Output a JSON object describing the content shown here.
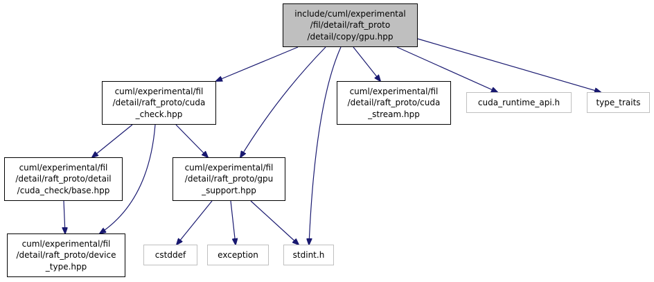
{
  "graph": {
    "colors": {
      "edge": "#191970",
      "main_fill": "#bfbfbf",
      "node_border": "#000000",
      "external_border": "#bfbfbf"
    },
    "nodes": [
      {
        "id": "gpu_copy",
        "kind": "main",
        "lines": [
          "include/cuml/experimental",
          "/fil/detail/raft_proto",
          "/detail/copy/gpu.hpp"
        ]
      },
      {
        "id": "cuda_check",
        "kind": "internal",
        "lines": [
          "cuml/experimental/fil",
          "/detail/raft_proto/cuda",
          "_check.hpp"
        ]
      },
      {
        "id": "cuda_stream",
        "kind": "internal",
        "lines": [
          "cuml/experimental/fil",
          "/detail/raft_proto/cuda",
          "_stream.hpp"
        ]
      },
      {
        "id": "cuda_runtime",
        "kind": "external",
        "lines": [
          "cuda_runtime_api.h"
        ]
      },
      {
        "id": "type_traits",
        "kind": "external",
        "lines": [
          "type_traits"
        ]
      },
      {
        "id": "base",
        "kind": "internal",
        "lines": [
          "cuml/experimental/fil",
          "/detail/raft_proto/detail",
          "/cuda_check/base.hpp"
        ]
      },
      {
        "id": "gpu_support",
        "kind": "internal",
        "lines": [
          "cuml/experimental/fil",
          "/detail/raft_proto/gpu",
          "_support.hpp"
        ]
      },
      {
        "id": "device_type",
        "kind": "internal",
        "lines": [
          "cuml/experimental/fil",
          "/detail/raft_proto/device",
          "_type.hpp"
        ]
      },
      {
        "id": "cstddef",
        "kind": "external",
        "lines": [
          "cstddef"
        ]
      },
      {
        "id": "exception",
        "kind": "external",
        "lines": [
          "exception"
        ]
      },
      {
        "id": "stdint",
        "kind": "external",
        "lines": [
          "stdint.h"
        ]
      }
    ],
    "edges": [
      {
        "from": "gpu_copy",
        "to": "cuda_check"
      },
      {
        "from": "gpu_copy",
        "to": "gpu_support"
      },
      {
        "from": "gpu_copy",
        "to": "stdint"
      },
      {
        "from": "gpu_copy",
        "to": "cuda_stream"
      },
      {
        "from": "gpu_copy",
        "to": "cuda_runtime"
      },
      {
        "from": "gpu_copy",
        "to": "type_traits"
      },
      {
        "from": "cuda_check",
        "to": "base"
      },
      {
        "from": "cuda_check",
        "to": "device_type"
      },
      {
        "from": "cuda_check",
        "to": "gpu_support"
      },
      {
        "from": "base",
        "to": "device_type"
      },
      {
        "from": "gpu_support",
        "to": "cstddef"
      },
      {
        "from": "gpu_support",
        "to": "exception"
      },
      {
        "from": "gpu_support",
        "to": "stdint"
      }
    ]
  }
}
